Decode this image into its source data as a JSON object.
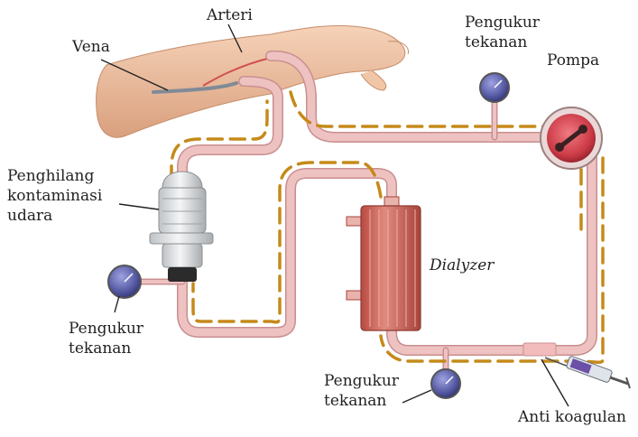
{
  "diagram": {
    "labels": {
      "vena": "Vena",
      "arteri": "Arteri",
      "pengukur_top_1": "Pengukur",
      "pengukur_top_2": "tekanan",
      "pompa": "Pompa",
      "penghilang_1": "Penghilang",
      "penghilang_2": "kontaminasi",
      "penghilang_3": "udara",
      "dialyzer": "Dialyzer",
      "pengukur_left_1": "Pengukur",
      "pengukur_left_2": "tekanan",
      "pengukur_bottom_1": "Pengukur",
      "pengukur_bottom_2": "tekanan",
      "anti_koagulan": "Anti koagulan"
    },
    "colors": {
      "tube": "#e8b5b5",
      "tube_edge": "#c98f8f",
      "dash": "#c58a1a",
      "pump_red": "#cc3b47",
      "dialyzer_red": "#d46a5f",
      "gauge_face": "#5b5fa8",
      "arm_skin": "#f2c7a8",
      "leader": "#222222"
    },
    "icons": [
      "pump-icon",
      "gauge-icon",
      "dialyzer-icon",
      "air-trap-icon",
      "syringe-icon",
      "arm-illustration"
    ]
  }
}
